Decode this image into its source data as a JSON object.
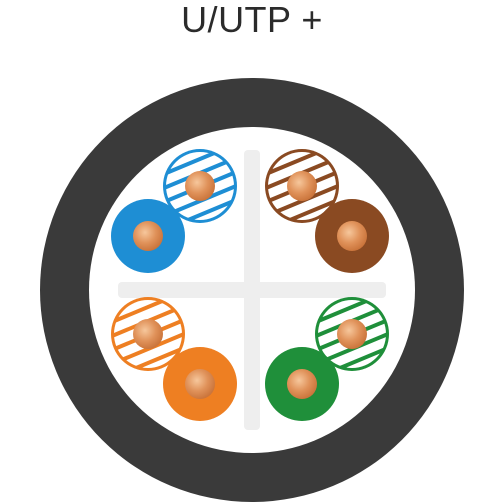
{
  "title": "U/UTP +",
  "colors": {
    "jacket": "#3b3b3b",
    "jacket_edge": "#2a2a2a",
    "interior": "#ffffff",
    "separator": "#ececec",
    "copper": "#d9844a",
    "copper_light": "#f0b384"
  },
  "pairs": [
    {
      "name": "blue-pair",
      "quadrant": "top-left",
      "solid_color": "#1e8ed4",
      "striped_color": "#1e8ed4"
    },
    {
      "name": "brown-pair",
      "quadrant": "top-right",
      "solid_color": "#8a4a22",
      "striped_color": "#8a4a22"
    },
    {
      "name": "orange-pair",
      "quadrant": "bottom-left",
      "solid_color": "#ee7f22",
      "striped_color": "#ee7f22"
    },
    {
      "name": "green-pair",
      "quadrant": "bottom-right",
      "solid_color": "#1f8f3a",
      "striped_color": "#1f8f3a"
    }
  ]
}
